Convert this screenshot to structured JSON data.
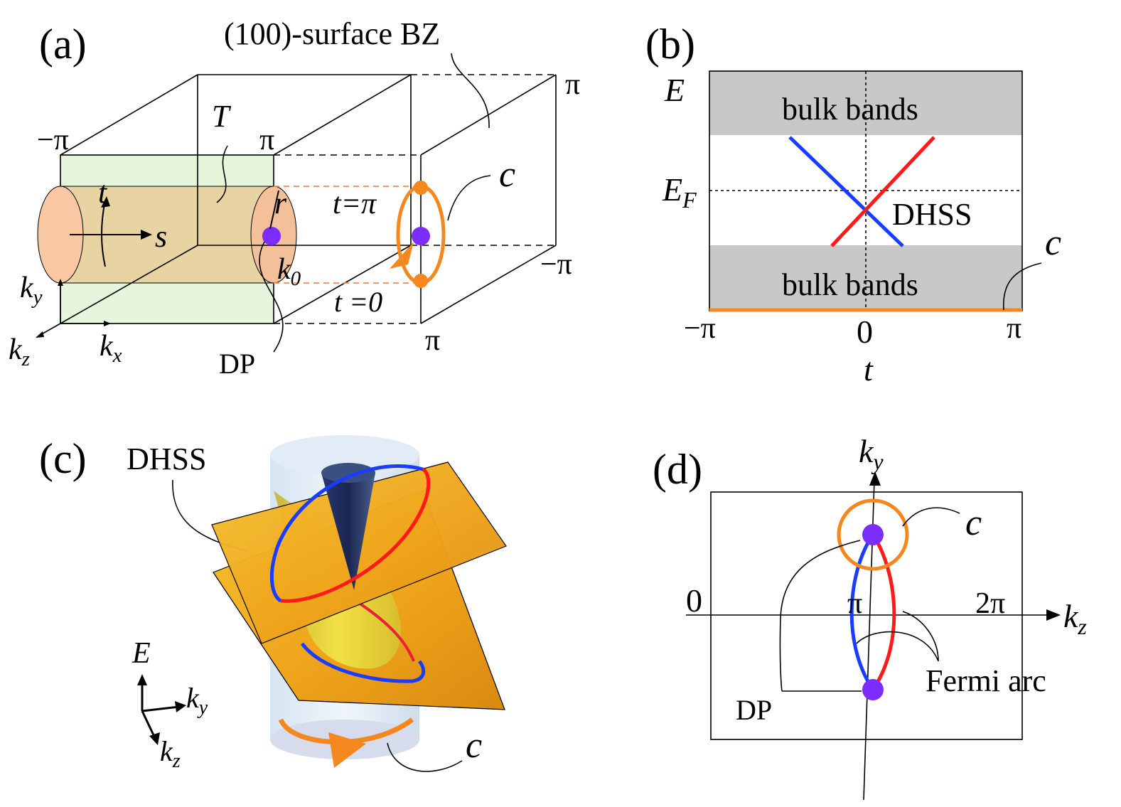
{
  "colors": {
    "orange": "#f5871f",
    "blue": "#1a3cff",
    "red": "#ff1a1a",
    "purple": "#7b2cff",
    "gray_band": "#c8c8c8",
    "green_face": "#e6f6dc",
    "tube": "#e8c890",
    "surface": "#f0b020",
    "cone": "#1e2a5a",
    "cylinder": "#d8e6f2"
  },
  "panel_a": {
    "label": "(a)",
    "surface_bz": "(100)-surface BZ",
    "torus_label": "T",
    "minus_pi_top": "−π",
    "pi_top_front": "π",
    "pi_top_right": "π",
    "minus_pi_right": "−π",
    "pi_bottom_right": "π",
    "t_axis": "t",
    "s_axis": "s",
    "r_label": "r",
    "k0_label": "k0",
    "ky_label": "ky",
    "kz_label": "kz",
    "kx_label": "kx",
    "t_pi": "t=π",
    "t_zero": "t =0",
    "c_label": "c",
    "dp_label": "DP"
  },
  "panel_b": {
    "label": "(b)",
    "e_label": "E",
    "ef_label": "EF",
    "bulk_top": "bulk bands",
    "bulk_bottom": "bulk bands",
    "dhss": "DHSS",
    "c_label": "c",
    "x_minus_pi": "−π",
    "x_zero": "0",
    "x_pi": "π",
    "x_axis": "t"
  },
  "panel_c": {
    "label": "(c)",
    "dhss": "DHSS",
    "e_axis": "E",
    "ky_axis": "ky",
    "kz_axis": "kz",
    "c_label": "c"
  },
  "panel_d": {
    "label": "(d)",
    "ky_axis": "ky",
    "kz_axis": "kz",
    "zero": "0",
    "pi": "π",
    "two_pi": "2π",
    "c_label": "c",
    "fermi_arc": "Fermi arc",
    "dp_label": "DP"
  }
}
